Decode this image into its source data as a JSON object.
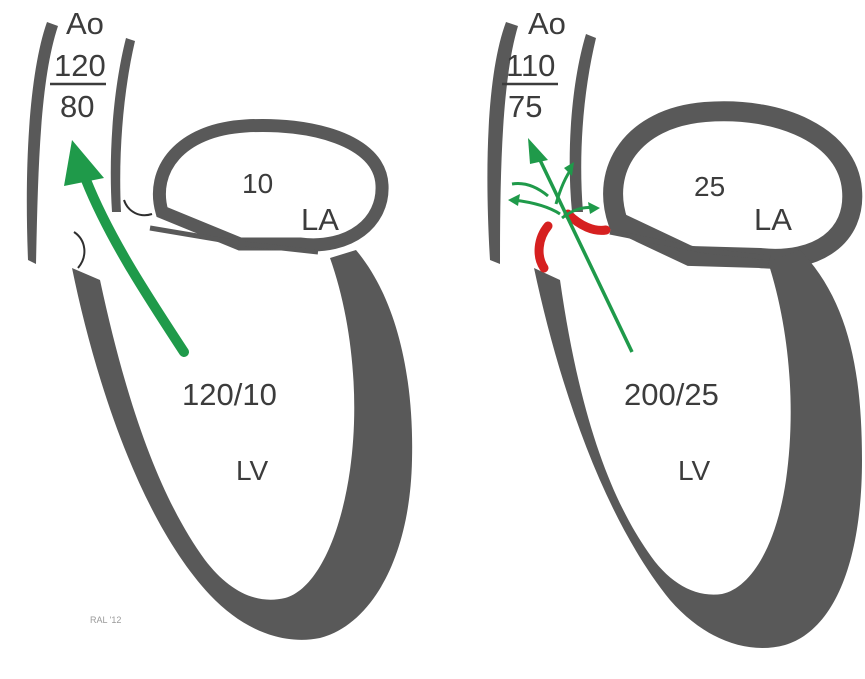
{
  "normal": {
    "aorta_label": "Ao",
    "aortic_systolic": "120",
    "aortic_diastolic": "80",
    "la_pressure": "10",
    "la_label": "LA",
    "lv_pressure": "120/10",
    "lv_label": "LV",
    "signature": "RAL '12"
  },
  "stenosis": {
    "aorta_label": "Ao",
    "aortic_systolic": "110",
    "aortic_diastolic": "75",
    "la_pressure": "25",
    "la_label": "LA",
    "lv_pressure": "200/25",
    "lv_label": "LV"
  },
  "colors": {
    "wall": "#595959",
    "flow": "#1f9a4a",
    "stenotic_valve": "#d62020",
    "text": "#3c3c3c"
  }
}
